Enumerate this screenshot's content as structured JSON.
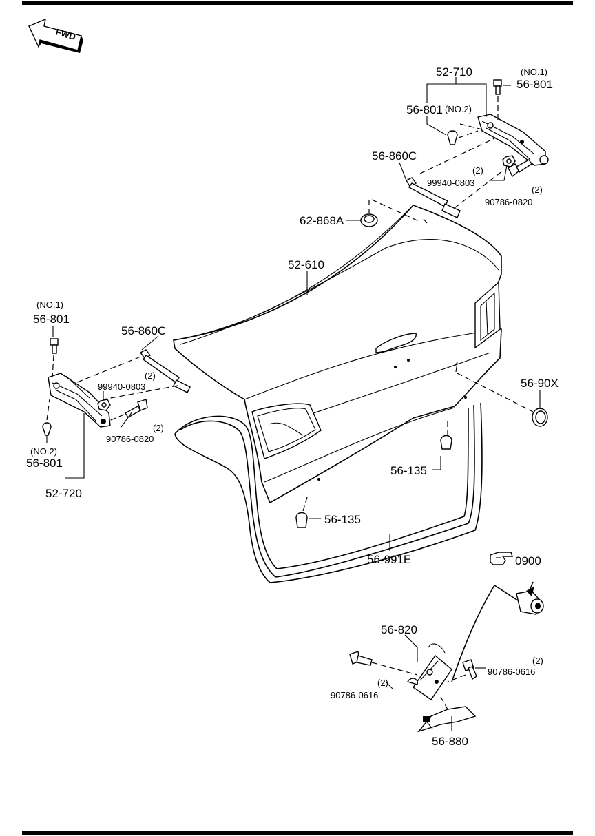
{
  "fwd_label": "FWD",
  "ref_label": "0900",
  "callouts": {
    "p52710": "52-710",
    "p56801_no1_top_qual": "(NO.1)",
    "p56801_no1_top": "56-801",
    "p56801_no2_top": "56-801",
    "p56801_no2_top_qual": "(NO.2)",
    "p56860c_right": "56-860C",
    "q2_a": "(2)",
    "p99940_right": "99940-0803",
    "q2_b": "(2)",
    "p90786_0820_right": "90786-0820",
    "p62868a": "62-868A",
    "p52610": "52-610",
    "p56801_no1_left_qual": "(NO.1)",
    "p56801_no1_left": "56-801",
    "p56860c_left": "56-860C",
    "q2_c": "(2)",
    "p99940_left": "99940-0803",
    "q2_d": "(2)",
    "p90786_0820_left": "90786-0820",
    "p56801_no2_left_qual": "(NO.2)",
    "p56801_no2_left": "56-801",
    "p52720": "52-720",
    "p5690x": "56-90X",
    "p56135_a": "56-135",
    "p56135_b": "56-135",
    "p56991e": "56-991E",
    "p56820": "56-820",
    "p90786_0616_left": "90786-0616",
    "q2_e": "(2)",
    "q2_f": "(2)",
    "p90786_0616_right": "90786-0616",
    "p56880": "56-880"
  }
}
